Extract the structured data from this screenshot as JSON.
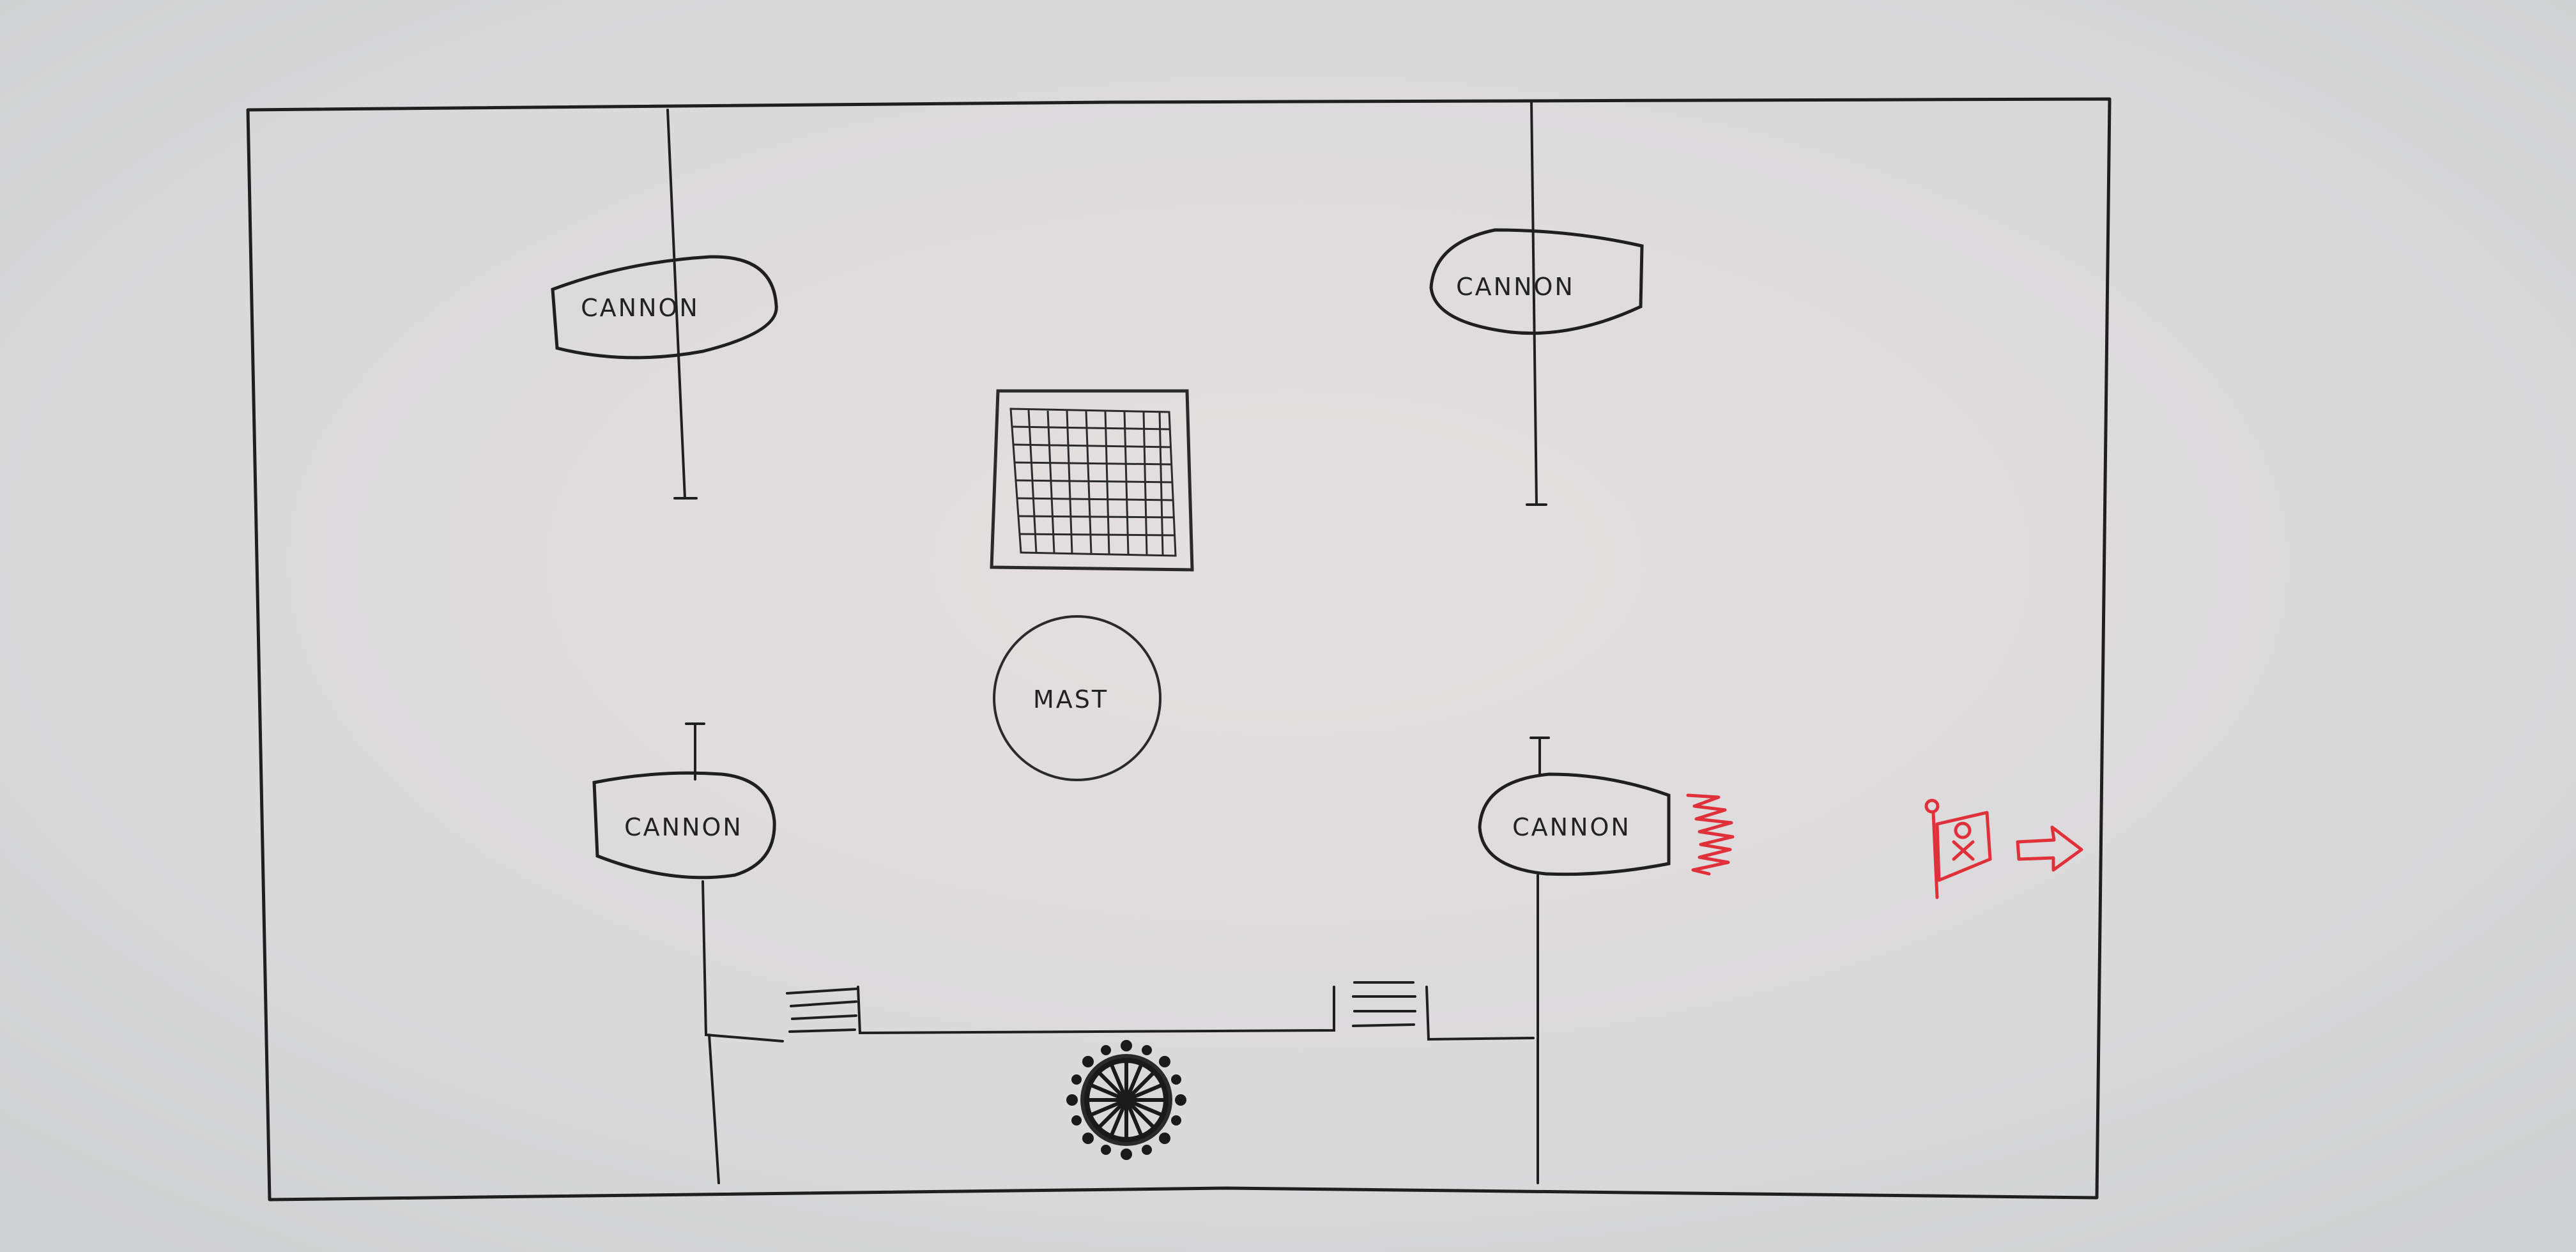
{
  "diagram": {
    "cannons": [
      {
        "id": "top-left",
        "label": "CANNON"
      },
      {
        "id": "top-right",
        "label": "CANNON"
      },
      {
        "id": "bottom-left",
        "label": "CANNON"
      },
      {
        "id": "bottom-right",
        "label": "CANNON",
        "firing": true
      }
    ],
    "mast": {
      "label": "MAST"
    },
    "icons": {
      "net": "cargo-net-icon",
      "wheel": "ship-wheel-icon",
      "stairs": "stairs-icon",
      "flag": "pirate-flag-icon",
      "arrow": "arrow-right-icon",
      "blast": "cannon-blast-icon"
    },
    "colors": {
      "board": "#dcdcdc",
      "ink": "#1f1f1f",
      "red_marker": "#e0303a"
    }
  }
}
